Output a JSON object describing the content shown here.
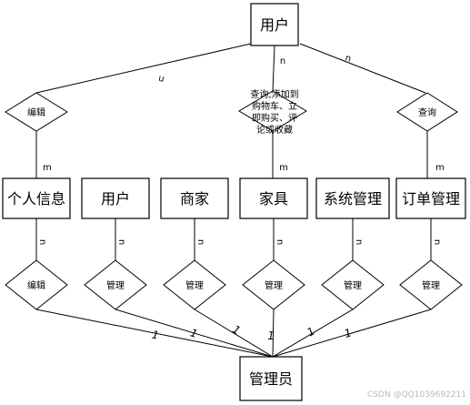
{
  "diagram": {
    "top_entity": "用户",
    "bottom_entity": "管理员",
    "top_relations": [
      {
        "id": "edit",
        "label_lines": [
          "编辑"
        ],
        "card_top": "n",
        "card_bottom": "m"
      },
      {
        "id": "cart",
        "label_lines": [
          "查询,添加到",
          "购物车、立",
          "即购买、评",
          "论或收藏"
        ],
        "card_top": "n",
        "card_bottom": "m"
      },
      {
        "id": "query",
        "label_lines": [
          "查询"
        ],
        "card_top": "n",
        "card_bottom": "m"
      }
    ],
    "middle_entities": [
      "个人信息",
      "用户",
      "商家",
      "家具",
      "系统管理",
      "订单管理"
    ],
    "bottom_relations": [
      "编辑",
      "管理",
      "管理",
      "管理",
      "管理",
      "管理"
    ],
    "card_middle_to_relation": "n",
    "card_relation_to_admin": "1"
  },
  "watermark": "CSDN @QQ1039692211"
}
